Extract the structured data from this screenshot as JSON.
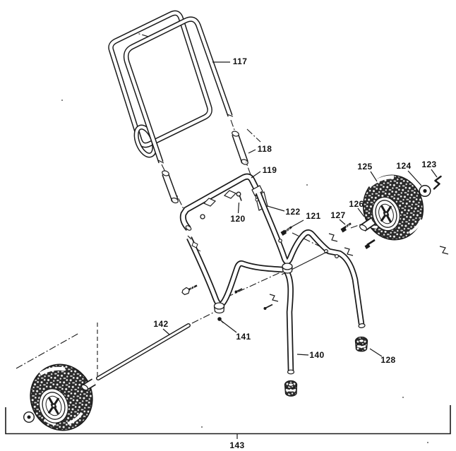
{
  "figure": {
    "background": "#ffffff",
    "ink": "#1a1a1a",
    "tire_fill": "#2b2b2b",
    "callouts": {
      "c117": {
        "text": "117"
      },
      "c118": {
        "text": "118"
      },
      "c119": {
        "text": "119"
      },
      "c120": {
        "text": "120"
      },
      "c121": {
        "text": "121"
      },
      "c122": {
        "text": "122"
      },
      "c123": {
        "text": "123"
      },
      "c124": {
        "text": "124"
      },
      "c125": {
        "text": "125"
      },
      "c126": {
        "text": "126"
      },
      "c127": {
        "text": "127"
      },
      "c128": {
        "text": "128"
      },
      "c140": {
        "text": "140"
      },
      "c141": {
        "text": "141"
      },
      "c142": {
        "text": "142"
      },
      "c143": {
        "text": "143"
      }
    }
  }
}
